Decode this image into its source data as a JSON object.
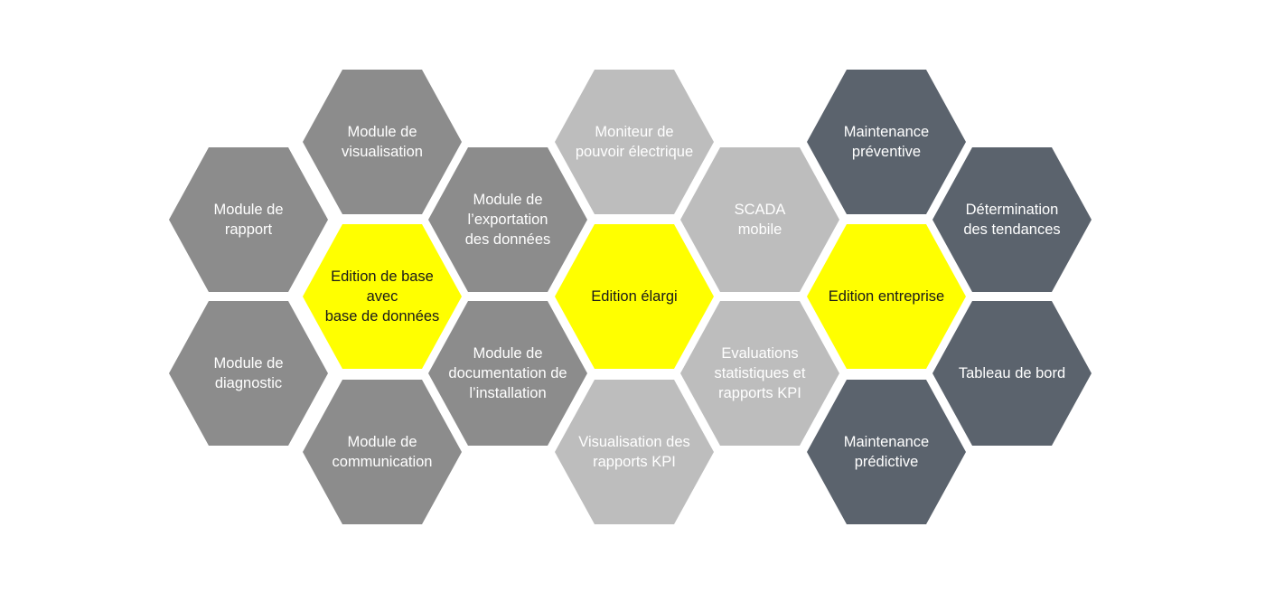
{
  "colors": {
    "medium_gray": "#8c8c8c",
    "light_gray": "#bdbdbd",
    "dark_slate": "#5b636d",
    "highlight_yellow": "#ffff00",
    "text_on_gray": "#ffffff",
    "text_on_yellow": "#1a1a1a"
  },
  "hexagons": [
    {
      "id": "module-rapport",
      "label": "Module de\nrapport",
      "style": "medium_gray"
    },
    {
      "id": "module-visualisation",
      "label": "Module de\nvisualisation",
      "style": "medium_gray"
    },
    {
      "id": "edition-base",
      "label": "Edition de base\navec\nbase de données",
      "style": "highlight_yellow"
    },
    {
      "id": "module-diagnostic",
      "label": "Module de\ndiagnostic",
      "style": "medium_gray"
    },
    {
      "id": "module-communication",
      "label": "Module de\ncommunication",
      "style": "medium_gray"
    },
    {
      "id": "module-exportation",
      "label": "Module  de\nl’exportation\ndes données",
      "style": "medium_gray"
    },
    {
      "id": "module-documentation",
      "label": "Module de\ndocumentation de\nl’installation",
      "style": "medium_gray"
    },
    {
      "id": "moniteur-pouvoir",
      "label": "Moniteur de\npouvoir électrique",
      "style": "light_gray"
    },
    {
      "id": "edition-elargi",
      "label": "Edition élargi",
      "style": "highlight_yellow"
    },
    {
      "id": "visualisation-kpi",
      "label": "Visualisation des\nrapports KPI",
      "style": "light_gray"
    },
    {
      "id": "scada-mobile",
      "label": "SCADA\nmobile",
      "style": "light_gray"
    },
    {
      "id": "evaluations-statistiques",
      "label": "Evaluations\nstatistiques et\nrapports KPI",
      "style": "light_gray"
    },
    {
      "id": "maintenance-preventive",
      "label": "Maintenance\npréventive",
      "style": "dark_slate"
    },
    {
      "id": "edition-entreprise",
      "label": "Edition entreprise",
      "style": "highlight_yellow"
    },
    {
      "id": "maintenance-predictive",
      "label": "Maintenance\nprédictive",
      "style": "dark_slate"
    },
    {
      "id": "determination-tendances",
      "label": "Détermination\ndes tendances",
      "style": "dark_slate"
    },
    {
      "id": "tableau-bord",
      "label": "Tableau de bord",
      "style": "dark_slate"
    }
  ]
}
